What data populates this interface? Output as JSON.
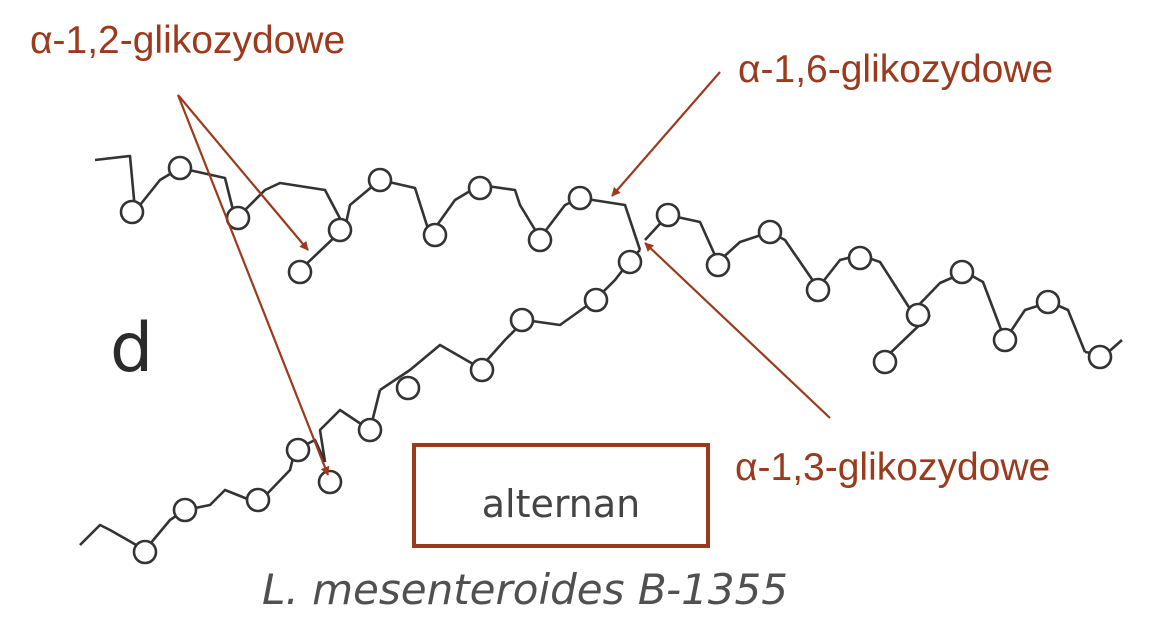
{
  "labels": {
    "alpha_1_2": "α-1,2-glikozydowe",
    "alpha_1_6": "α-1,6-glikozydowe",
    "alpha_1_3": "α-1,3-glikozydowe"
  },
  "panel_letter": "d",
  "polysaccharide_name": "alternan",
  "organism": "L. mesenteroides B-1355",
  "colors": {
    "annotation": "#9b3a1c",
    "structure": "#333333",
    "residue_fill": "#ffffff"
  }
}
